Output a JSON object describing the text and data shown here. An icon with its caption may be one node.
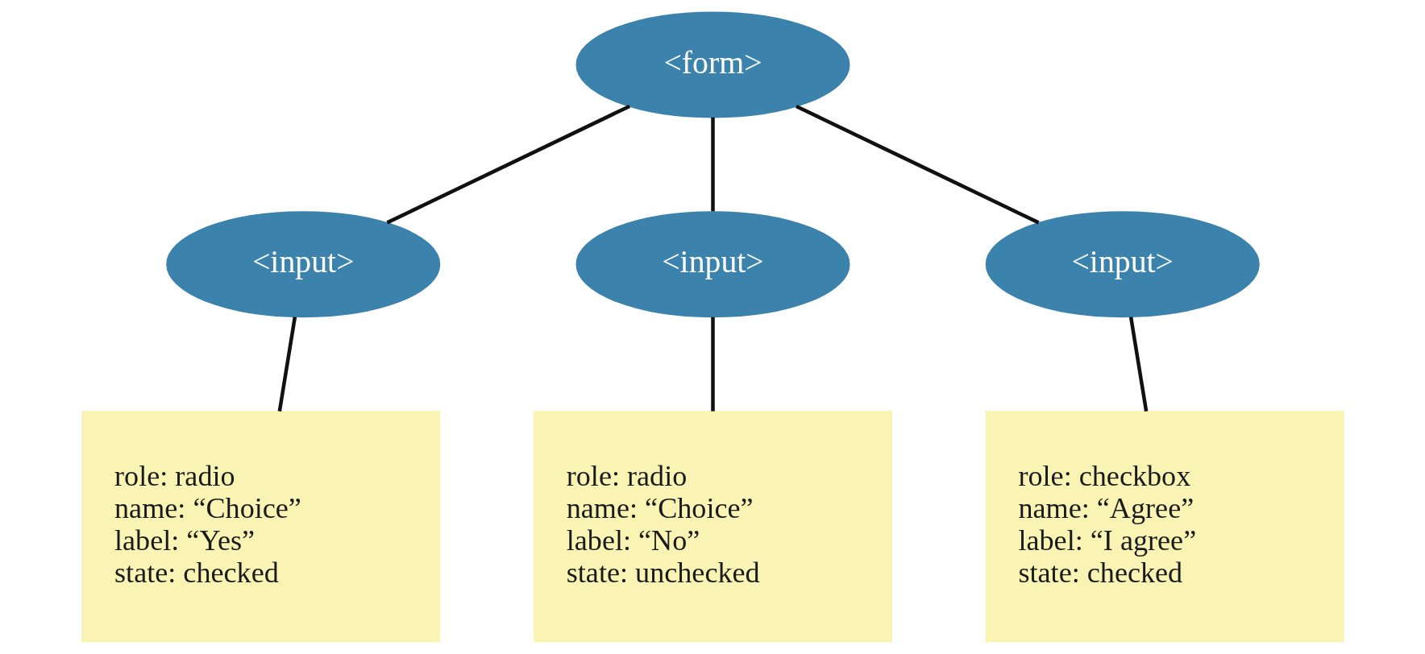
{
  "diagram": {
    "nodes": [
      {
        "text": [
          "<form>"
        ]
      },
      {
        "text": [
          "<input>"
        ]
      },
      {
        "text": [
          "<input>"
        ]
      },
      {
        "text": [
          "<input>"
        ]
      },
      {
        "text": [
          "role: radio",
          "name: “Choice”",
          "label: “Yes”",
          "state: checked"
        ]
      },
      {
        "text": [
          "role: radio",
          "name: “Choice”",
          "label: “No”",
          "state: unchecked"
        ]
      },
      {
        "text": [
          "role: checkbox",
          "name: “Agree”",
          "label: “I agree”",
          "state: checked"
        ]
      }
    ],
    "edges": [
      {
        "from": 0,
        "to": 1,
        "arrow": "none"
      },
      {
        "from": 0,
        "to": 2,
        "arrow": "none"
      },
      {
        "from": 0,
        "to": 3,
        "arrow": "none"
      },
      {
        "from": 1,
        "to": 4,
        "arrow": "none"
      },
      {
        "from": 2,
        "to": 5,
        "arrow": "none"
      },
      {
        "from": 3,
        "to": 6,
        "arrow": "none"
      }
    ]
  }
}
